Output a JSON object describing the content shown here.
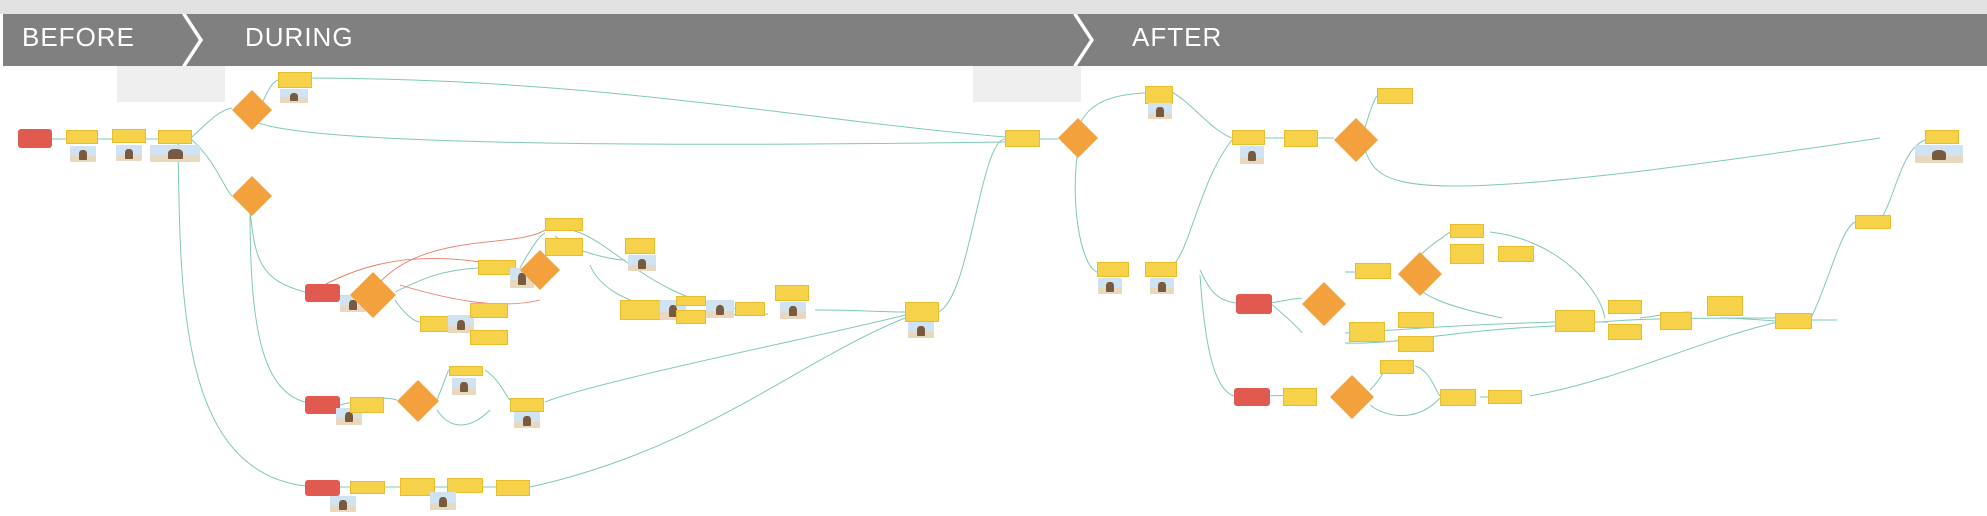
{
  "phases": [
    "BEFORE",
    "DURING",
    "AFTER"
  ],
  "colors": {
    "phase_bar": "#808080",
    "card": "#f6d24a",
    "decision": "#f2a13d",
    "event": "#e15a4f",
    "connector": "#7fc8b8",
    "connector_alt": "#e97b6b"
  }
}
